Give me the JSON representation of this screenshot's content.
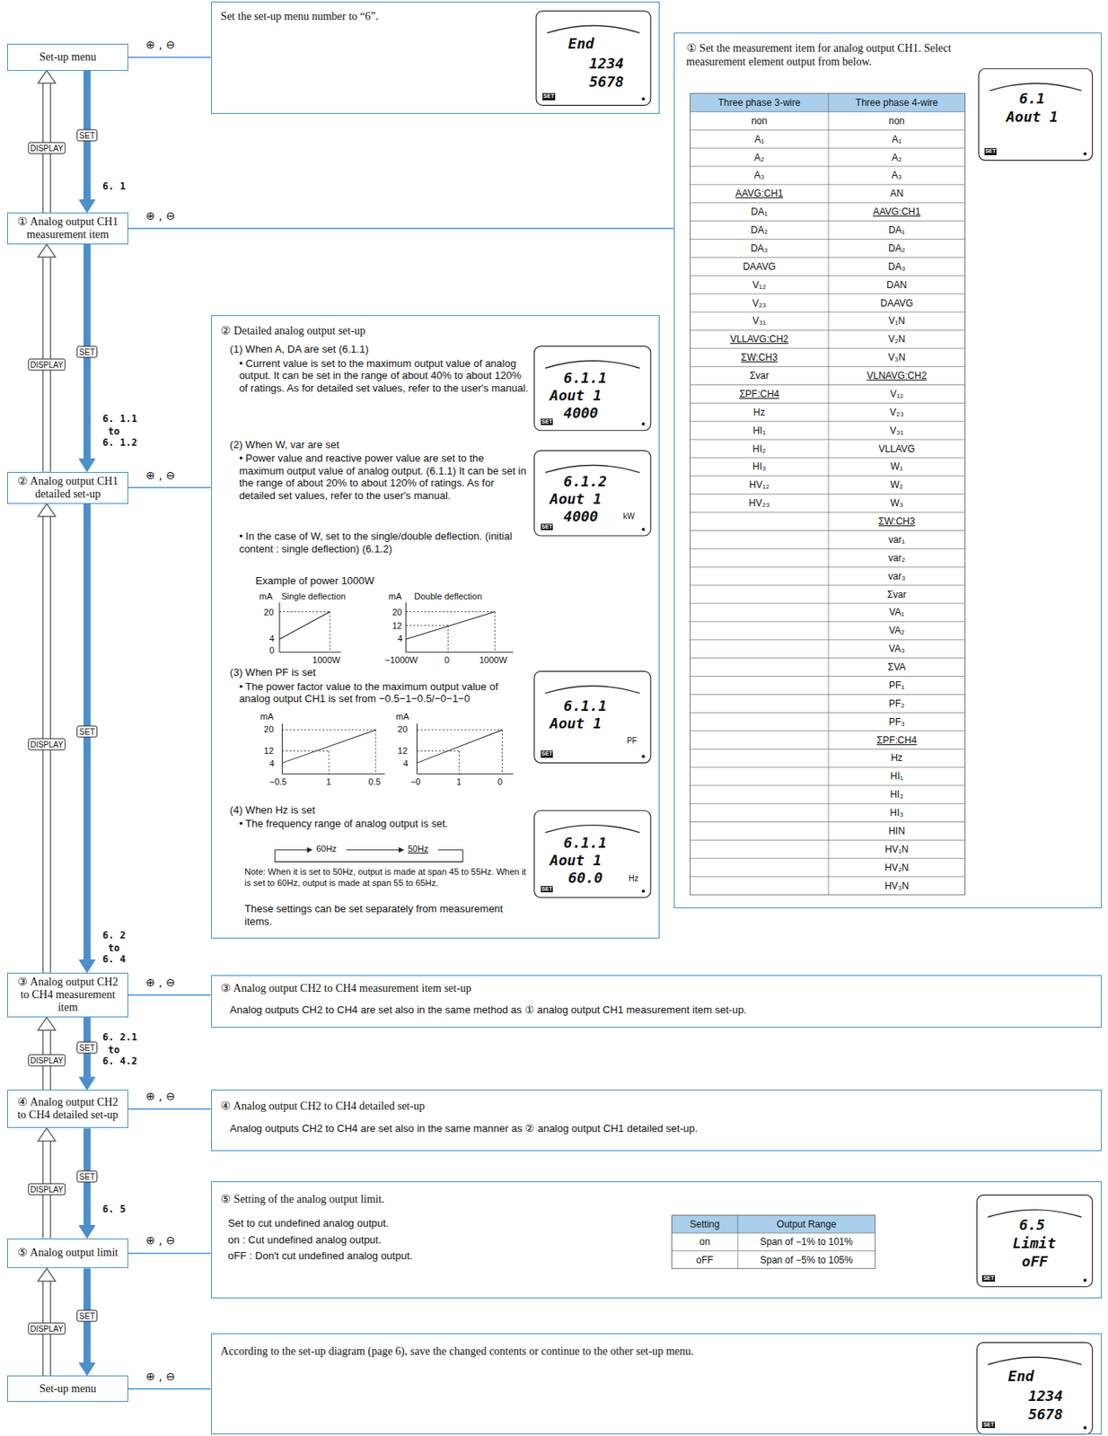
{
  "diagram": {
    "nodes": [
      {
        "text": [
          "Set-up menu"
        ]
      },
      {
        "text": [
          "Set the set-up menu number to “6”."
        ]
      },
      {
        "text": [
          "① Analog output CH1 measurement item"
        ]
      },
      {
        "text": [
          "① Set the measurement item for analog output CH1. Select measurement element output from below."
        ]
      },
      {
        "text": [
          "② Analog output CH1 detailed set-up"
        ]
      },
      {
        "text": [
          "② Detailed analog output set-up",
          "(1) When A, DA are set (6.1.1)",
          "• Current value is set to the maximum output value of analog output. It can be set in the range of about 40% to about 120% of ratings. As for detailed set values, refer to the user's manual.",
          "(2) When W, var are set",
          "• Power value and reactive power value are set to the maximum output value of analog output. (6.1.1) It can be set in the range of about 20% to about 120% of ratings. As for detailed set values, refer to the user's manual.",
          "• In the case of W, set to the single/double deflection. (initial content : single deflection) (6.1.2)",
          "Example of power 1000W",
          "(3) When PF is set",
          "• The power factor value to the maximum output value of analog output CH1 is set from −0.5−1−0.5/−0−1−0",
          "(4) When Hz is set",
          "• The frequency range of analog output is set.",
          "Note: When it is set to 50Hz, output is made at span 45 to 55Hz. When it is set to 60Hz, output is made at span 55 to 65Hz.",
          "These settings can be set separately from measurement items."
        ]
      },
      {
        "text": [
          "③ Analog output CH2 to CH4 measurement item"
        ]
      },
      {
        "text": [
          "③ Analog output CH2 to CH4 measurement item set-up",
          "Analog outputs CH2 to CH4 are set also in the same method as ① analog output CH1 measurement item set-up."
        ]
      },
      {
        "text": [
          "④ Analog output CH2 to CH4 detailed set-up"
        ]
      },
      {
        "text": [
          "④ Analog output CH2 to CH4 detailed set-up",
          "Analog outputs CH2 to CH4 are set also in the same manner as ② analog output CH1 detailed set-up."
        ]
      },
      {
        "text": [
          "⑤ Analog output limit"
        ]
      },
      {
        "text": [
          "⑤ Setting of the analog output limit.",
          "Set to cut undefined analog output.",
          "on : Cut undefined analog output.",
          "oFF : Don't cut undefined analog output."
        ]
      },
      {
        "text": [
          "Set-up menu"
        ]
      },
      {
        "text": [
          "According to the set-up diagram (page 6), save the changed contents or continue to the other set-up menu."
        ]
      }
    ],
    "edges": [
      {
        "from": 0,
        "to": 1,
        "arrow": "none",
        "label": "⊕ , ⊖"
      },
      {
        "from": 0,
        "to": 2,
        "arrow": "to",
        "label": "SET"
      },
      {
        "from": 2,
        "to": 0,
        "arrow": "to",
        "label": "DISPLAY"
      },
      {
        "from": 2,
        "to": 3,
        "arrow": "none",
        "label": "⊕ , ⊖"
      },
      {
        "from": 2,
        "to": 4,
        "arrow": "to",
        "label": "SET"
      },
      {
        "from": 4,
        "to": 2,
        "arrow": "to",
        "label": "DISPLAY"
      },
      {
        "from": 4,
        "to": 5,
        "arrow": "none",
        "label": "⊕ , ⊖"
      },
      {
        "from": 4,
        "to": 6,
        "arrow": "to",
        "label": "SET"
      },
      {
        "from": 6,
        "to": 4,
        "arrow": "to",
        "label": "DISPLAY"
      },
      {
        "from": 6,
        "to": 7,
        "arrow": "none",
        "label": "⊕ , ⊖"
      },
      {
        "from": 6,
        "to": 8,
        "arrow": "to",
        "label": "SET"
      },
      {
        "from": 8,
        "to": 6,
        "arrow": "to",
        "label": "DISPLAY"
      },
      {
        "from": 8,
        "to": 9,
        "arrow": "none",
        "label": "⊕ , ⊖"
      },
      {
        "from": 8,
        "to": 10,
        "arrow": "to",
        "label": "SET"
      },
      {
        "from": 10,
        "to": 8,
        "arrow": "to",
        "label": "DISPLAY"
      },
      {
        "from": 10,
        "to": 11,
        "arrow": "none",
        "label": "⊕ , ⊖"
      },
      {
        "from": 10,
        "to": 12,
        "arrow": "to",
        "label": "SET"
      },
      {
        "from": 12,
        "to": 10,
        "arrow": "to",
        "label": "DISPLAY"
      },
      {
        "from": 12,
        "to": 13,
        "arrow": "none",
        "label": "⊕ , ⊖"
      }
    ],
    "labels": [
      "6. 1",
      "6. 1.1",
      "to",
      "6. 1.2",
      "6. 2",
      "to",
      "6. 4",
      "6. 2.1",
      "to",
      "6. 4.2",
      "6. 5",
      "End",
      "1234",
      "5678",
      "SET",
      "6.1",
      "Aout 1",
      "SET",
      "6.1.1",
      "Aout 1",
      "4000",
      "SET",
      "6.1.2",
      "Aout 1",
      "4000",
      "kW",
      "SET",
      "6.1.1",
      "Aout 1",
      "PF",
      "SET",
      "6.1.1",
      "Aout 1",
      "60.0",
      "Hz",
      "SET",
      "6.5",
      "Limit",
      "oFF",
      "SET",
      "End",
      "1234",
      "5678",
      "SET",
      "mA",
      "Single deflection",
      "20",
      "4",
      "0",
      "1000W",
      "mA",
      "Double deflection",
      "20",
      "12",
      "4",
      "−1000W",
      "0",
      "1000W",
      "mA",
      "20",
      "12",
      "4",
      "−0.5",
      "1",
      "0.5",
      "mA",
      "20",
      "12",
      "4",
      "−0",
      "1",
      "0",
      "60Hz",
      "50Hz",
      "Three phase 3-wire",
      "Three phase 4-wire",
      "non",
      "A₁",
      "A₂",
      "A₃",
      "AAVG:CH1",
      "DA₁",
      "DA₂",
      "DA₃",
      "DAAVG",
      "V₁₂",
      "V₂₃",
      "V₃₁",
      "VLLAVG:CH2",
      "ΣW:CH3",
      "Σvar",
      "ΣPF:CH4",
      "Hz",
      "HI₁",
      "HI₂",
      "HI₃",
      "HV₁₂",
      "HV₂₃",
      "non",
      "A₁",
      "A₂",
      "A₃",
      "AN",
      "AAVG:CH1",
      "DA₁",
      "DA₂",
      "DA₃",
      "DAN",
      "DAAVG",
      "V₁N",
      "V₂N",
      "V₃N",
      "VLNAVG:CH2",
      "V₁₂",
      "V₂₃",
      "V₃₁",
      "VLLAVG",
      "W₁",
      "W₂",
      "W₃",
      "ΣW:CH3",
      "var₁",
      "var₂",
      "var₃",
      "Σvar",
      "VA₁",
      "VA₂",
      "VA₃",
      "ΣVA",
      "PF₁",
      "PF₂",
      "PF₃",
      "ΣPF:CH4",
      "Hz",
      "HI₁",
      "HI₂",
      "HI₃",
      "HIN",
      "HV₁N",
      "HV₂N",
      "HV₃N",
      "Setting",
      "Output Range",
      "on",
      "Span of −1% to 101%",
      "oFF",
      "Span of −5% to 105%"
    ]
  }
}
